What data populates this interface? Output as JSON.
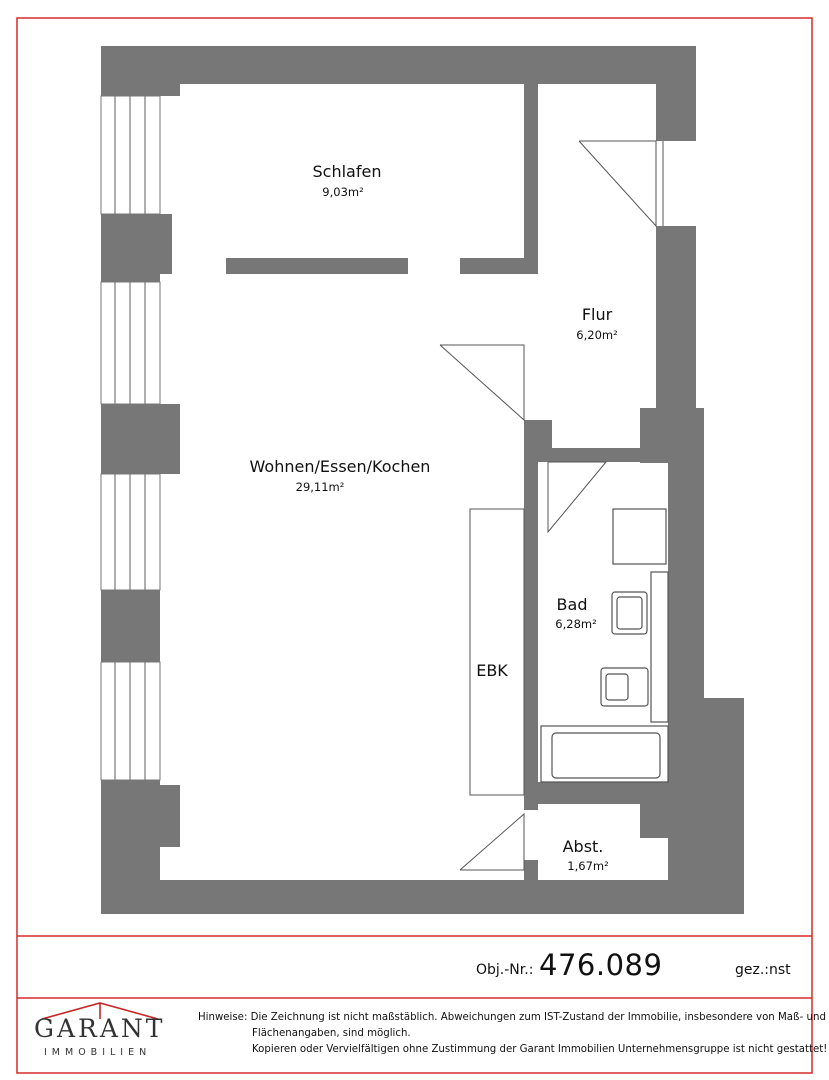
{
  "rooms": [
    {
      "name": "Schlafen",
      "area": "9,03m²"
    },
    {
      "name": "Flur",
      "area": "6,20m²"
    },
    {
      "name": "Wohnen/Essen/Kochen",
      "area": "29,11m²"
    },
    {
      "name": "Bad",
      "area": "6,28m²"
    },
    {
      "name": "Abst.",
      "area": "1,67m²"
    }
  ],
  "kitchen_label": "EBK",
  "footer": {
    "obj_label": "Obj.-Nr.:",
    "obj_number": "476.089",
    "drawn_by": "gez.:nst",
    "logo_word": "GARANT",
    "logo_sub": "IMMOBILIEN",
    "notes_line1": "Hinweise: Die Zeichnung ist nicht maßstäblich. Abweichungen zum IST-Zustand der Immobilie, insbesondere von Maß- und",
    "notes_line2": "Flächenangaben, sind möglich.",
    "notes_line3": "Kopieren oder Vervielfältigen ohne Zustimmung der Garant Immobilien Unternehmensgruppe ist nicht gestattet!"
  },
  "colors": {
    "wall": "#777777",
    "frame": "#d62b2b",
    "line": "#555555",
    "logo": "#c62828"
  }
}
